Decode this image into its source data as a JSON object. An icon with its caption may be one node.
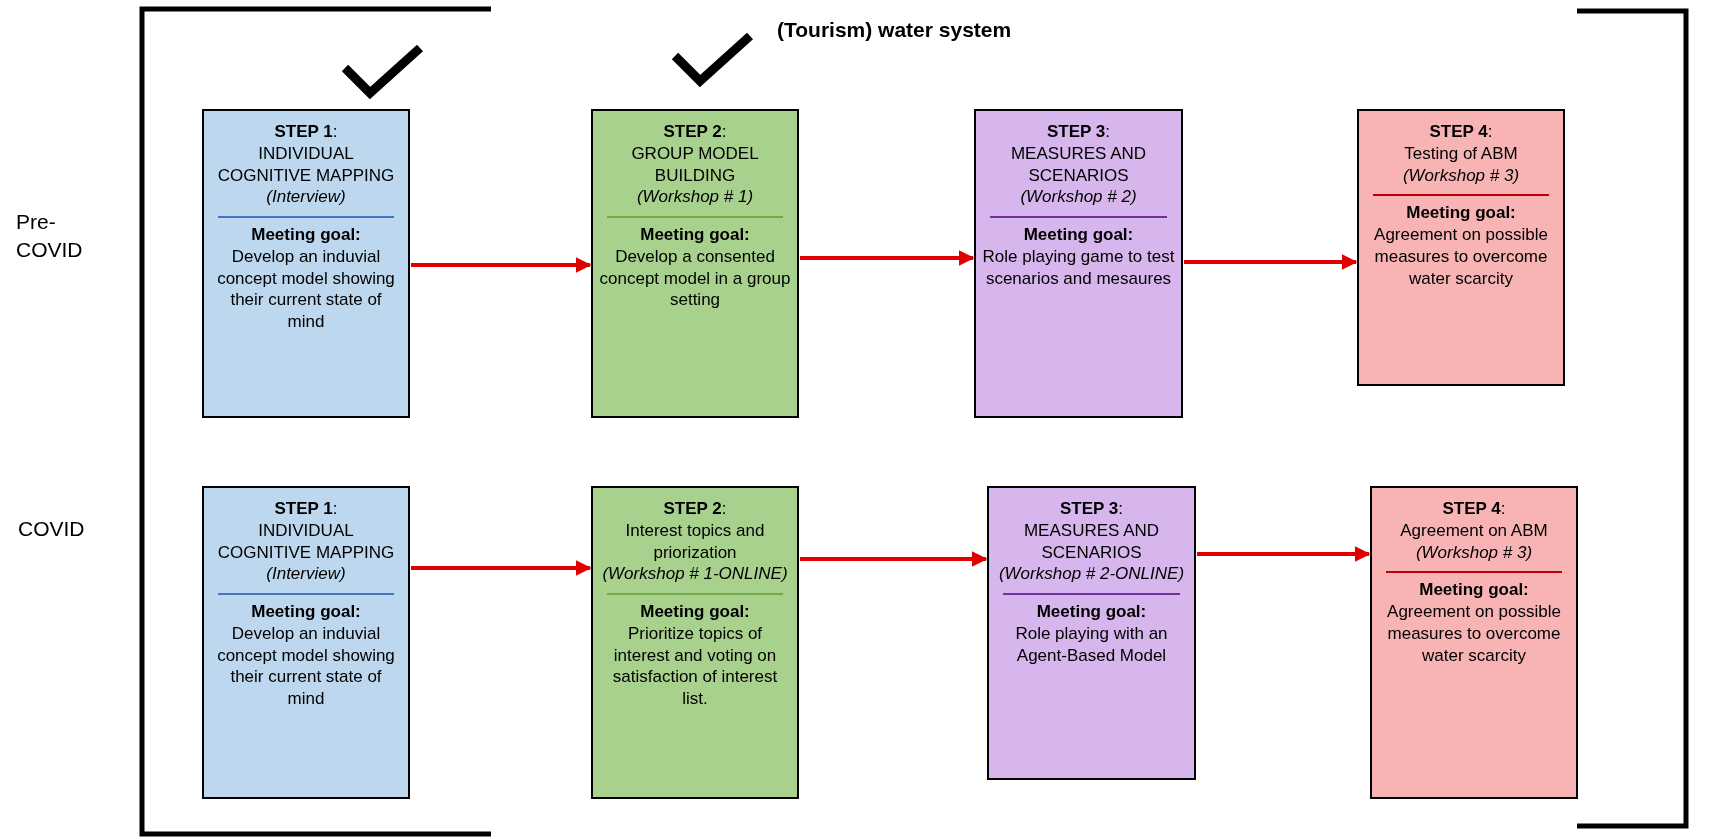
{
  "diagram": {
    "title": "(Tourism) water system",
    "nodes": [
      {
        "text": [
          "**STEP 1**:",
          "INDIVIDUAL COGNITIVE MAPPING",
          "(Interview)",
          "Meeting goal:",
          "Develop an induvial concept model showing their current state of mind"
        ]
      },
      {
        "text": [
          "**STEP 2**:",
          "GROUP MODEL BUILDING",
          "(Workshop # 1)",
          "Meeting goal:",
          "Develop a consented concept model in a group setting"
        ]
      },
      {
        "text": [
          "**STEP 3**:",
          "MEASURES AND SCENARIOS",
          "(Workshop # 2)",
          "**Meeting goal**:",
          "Role playing game to test scenarios and mesaures"
        ]
      },
      {
        "text": [
          "**STEP 4**:",
          "Testing of ABM",
          "(Workshop # 3)",
          "Meeting goal:",
          "Agreement on possible measures to overcome water scarcity"
        ]
      },
      {
        "text": [
          "**STEP 1**:",
          "INDIVIDUAL COGNITIVE MAPPING",
          "(Interview)",
          "Meeting goal:",
          "Develop an induvial concept model showing their current state of mind"
        ]
      },
      {
        "text": [
          "**STEP 2**:",
          "Interest topics and priorization",
          "(Workshop # 1-ONLINE)",
          "Meeting goal:",
          "Prioritize topics of interest and voting on satisfaction of interest list."
        ]
      },
      {
        "text": [
          "**STEP 3**:",
          "MEASURES AND SCENARIOS",
          "(Workshop # 2-ONLINE)",
          "**Meeting goal**:",
          "Role playing with an Agent-Based Model"
        ]
      },
      {
        "text": [
          "**STEP 4**:",
          "Agreement on ABM",
          "(Workshop # 3)",
          "Meeting goal:",
          "Agreement on possible measures to overcome water scarcity"
        ]
      }
    ],
    "edges": [
      {
        "from": 0,
        "to": 1,
        "arrow": "to"
      },
      {
        "from": 1,
        "to": 2,
        "arrow": "to"
      },
      {
        "from": 2,
        "to": 3,
        "arrow": "to"
      },
      {
        "from": 4,
        "to": 5,
        "arrow": "to"
      },
      {
        "from": 5,
        "to": 6,
        "arrow": "to"
      },
      {
        "from": 6,
        "to": 7,
        "arrow": "to"
      }
    ],
    "labels": [
      "Pre- COVID",
      "COVID"
    ]
  }
}
